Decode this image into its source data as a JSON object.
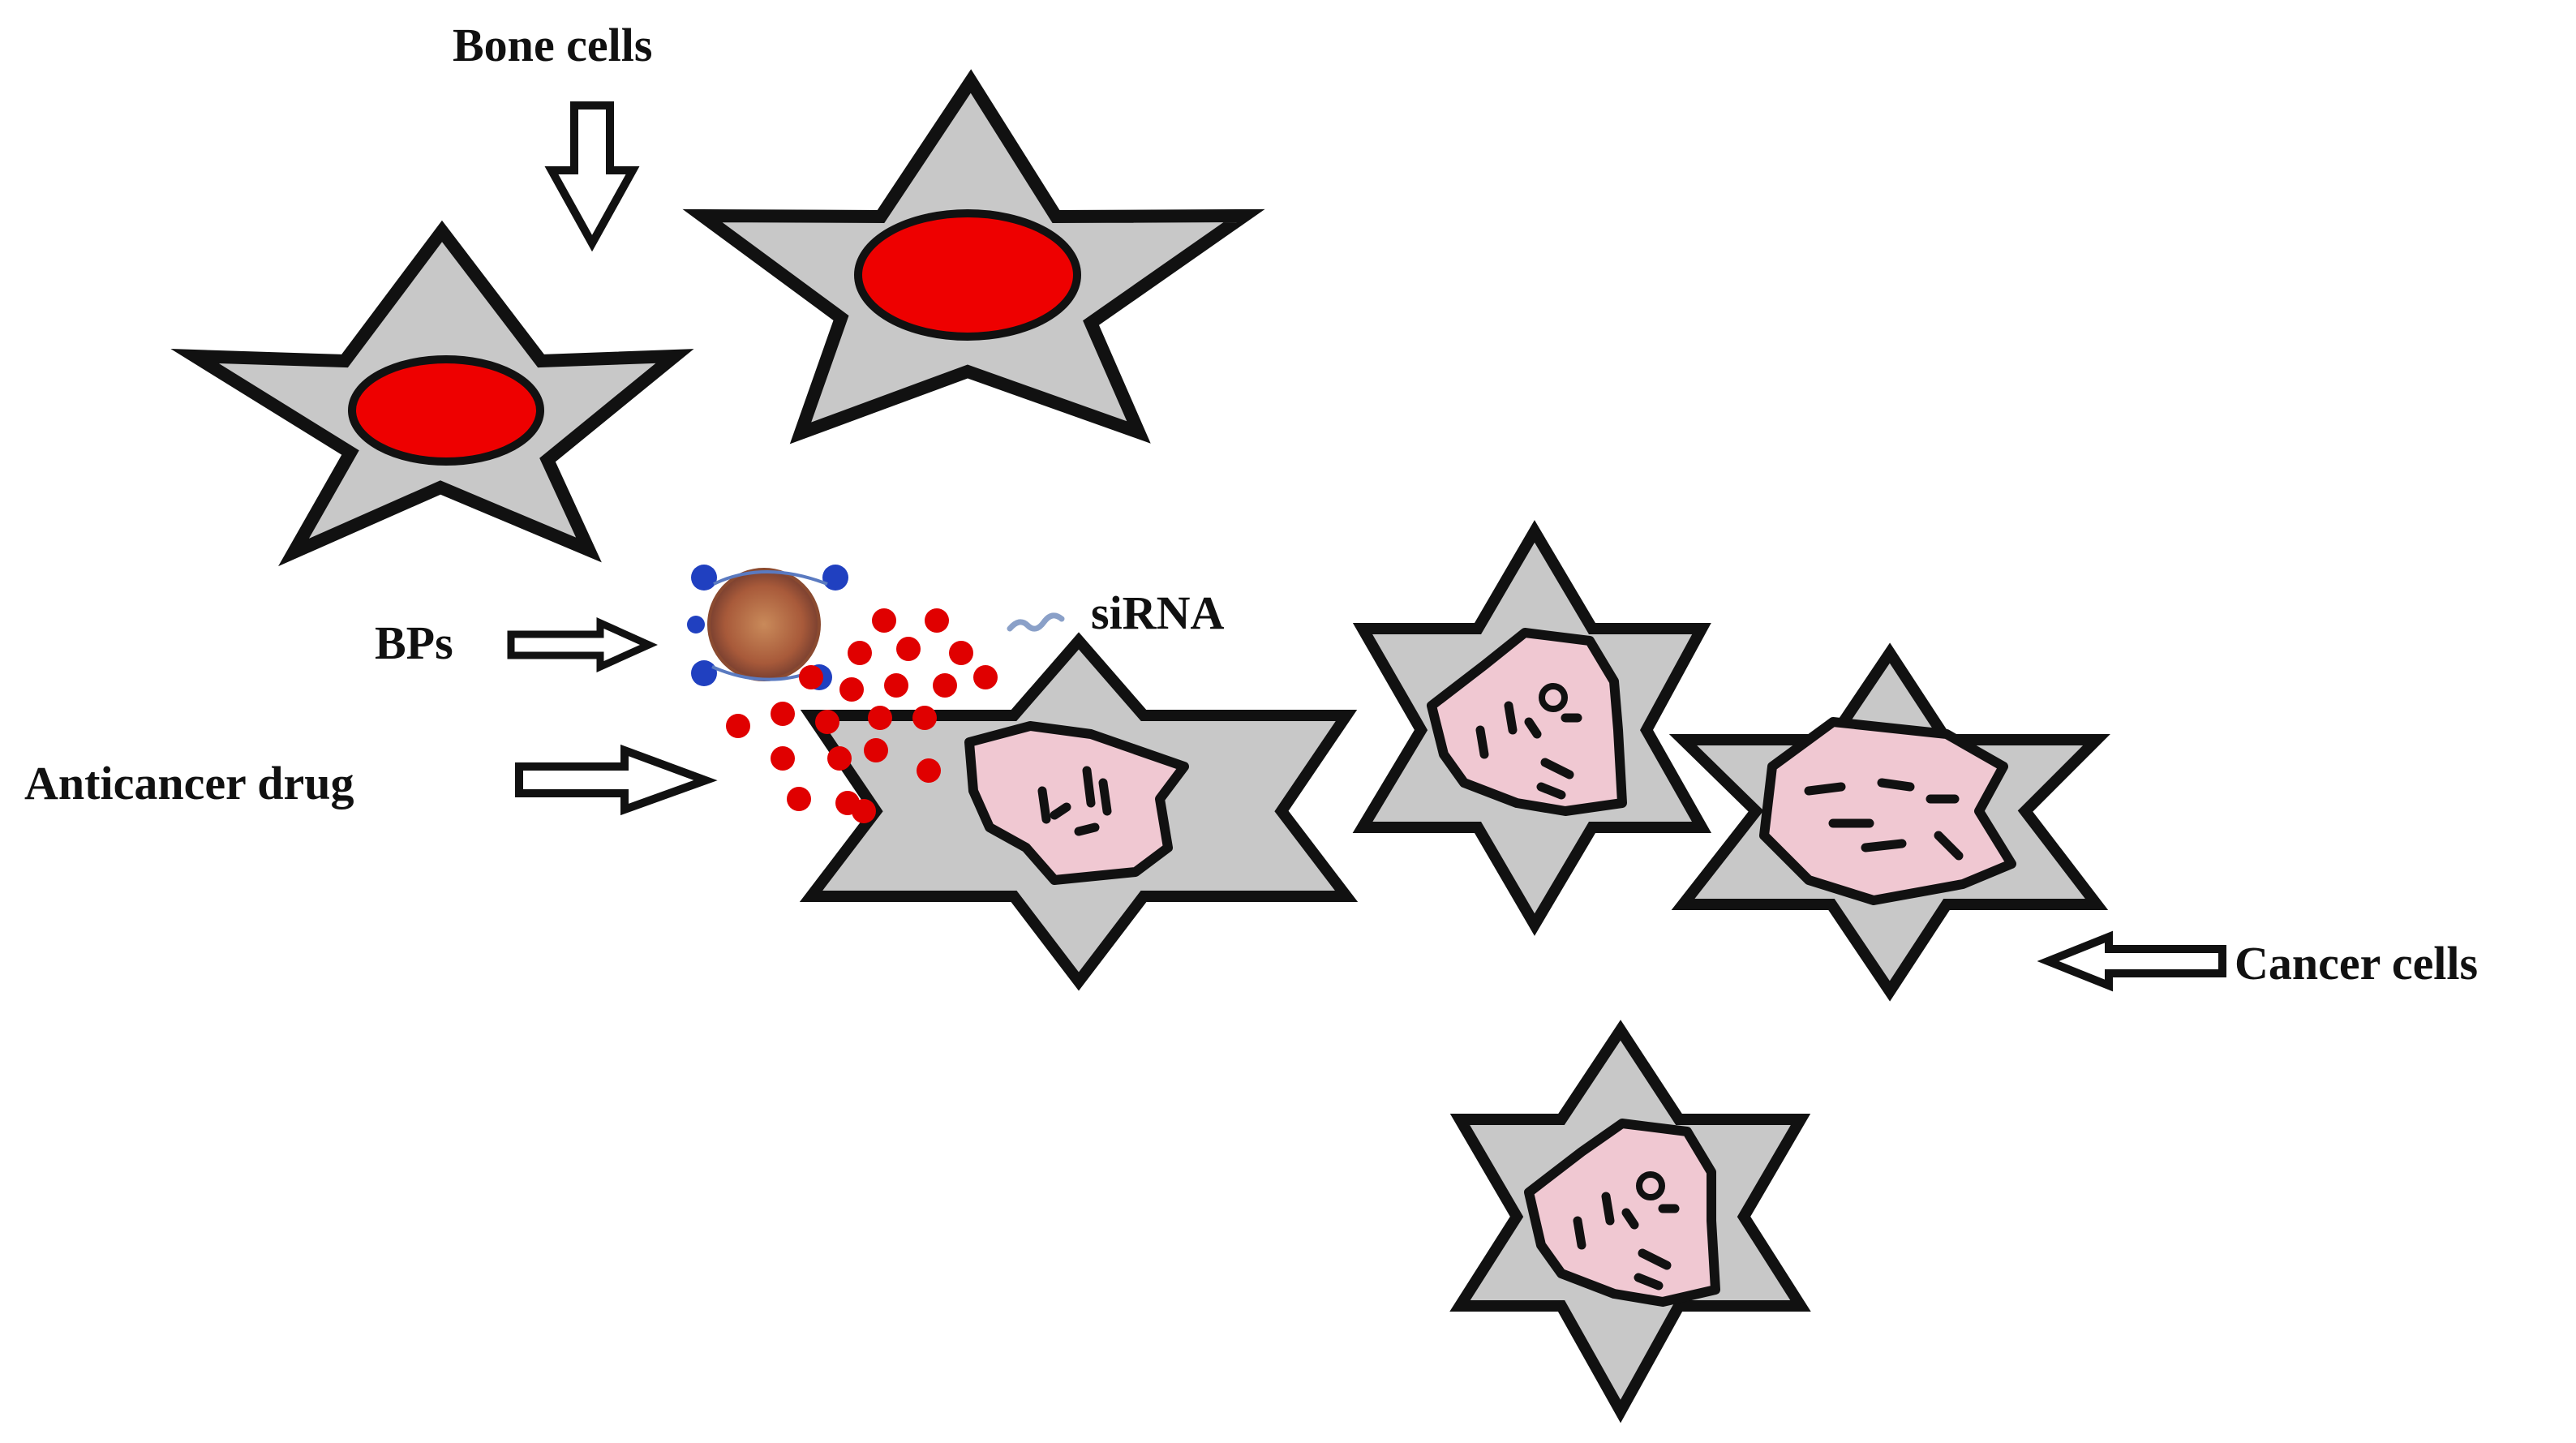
{
  "labels": {
    "bone_cells": "Bone cells",
    "bps": "BPs",
    "sirna": "siRNA",
    "anticancer_drug": "Anticancer drug",
    "cancer_cells": "Cancer cells"
  },
  "colors": {
    "outline": "#111111",
    "cell_fill": "#c8c8c8",
    "bone_nucleus": "#ee0000",
    "cancer_nucleus": "#f0c8d2",
    "drug_dots": "#e00000",
    "bps_particle": "#b8704a",
    "bps_ligands": "#2040c0"
  },
  "icons": {
    "bone_cell": "five-point-star-cell",
    "cancer_cell": "six-point-star-cell",
    "arrow": "outline-arrow-icon"
  }
}
